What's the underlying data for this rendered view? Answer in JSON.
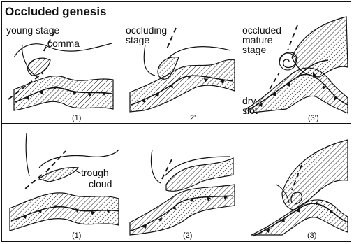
{
  "title": "Occluded genesis",
  "top_row": {
    "panel1": {
      "stage_label": "young stage",
      "annotation": "comma",
      "number": "(1)"
    },
    "panel2": {
      "stage_label_line1": "occluding",
      "stage_label_line2": "stage",
      "number": "2'"
    },
    "panel3": {
      "stage_label_line1": "occluded",
      "stage_label_line2": "mature",
      "stage_label_line3": "stage",
      "annotation_line1": "dry",
      "annotation_line2": "slot",
      "number": "(3')"
    }
  },
  "bottom_row": {
    "panel1": {
      "annotation_line1": "trough",
      "annotation_line2": "cloud",
      "number": "(1)"
    },
    "panel2": {
      "number": "(2)"
    },
    "panel3": {
      "number": "(3)"
    }
  },
  "icons": {
    "front_symbol": "cold-front-triangles",
    "cloud_band": "hatched-cloud-band",
    "jet_axis": "dashed-axis-line",
    "circulation": "spiral-circulation"
  }
}
